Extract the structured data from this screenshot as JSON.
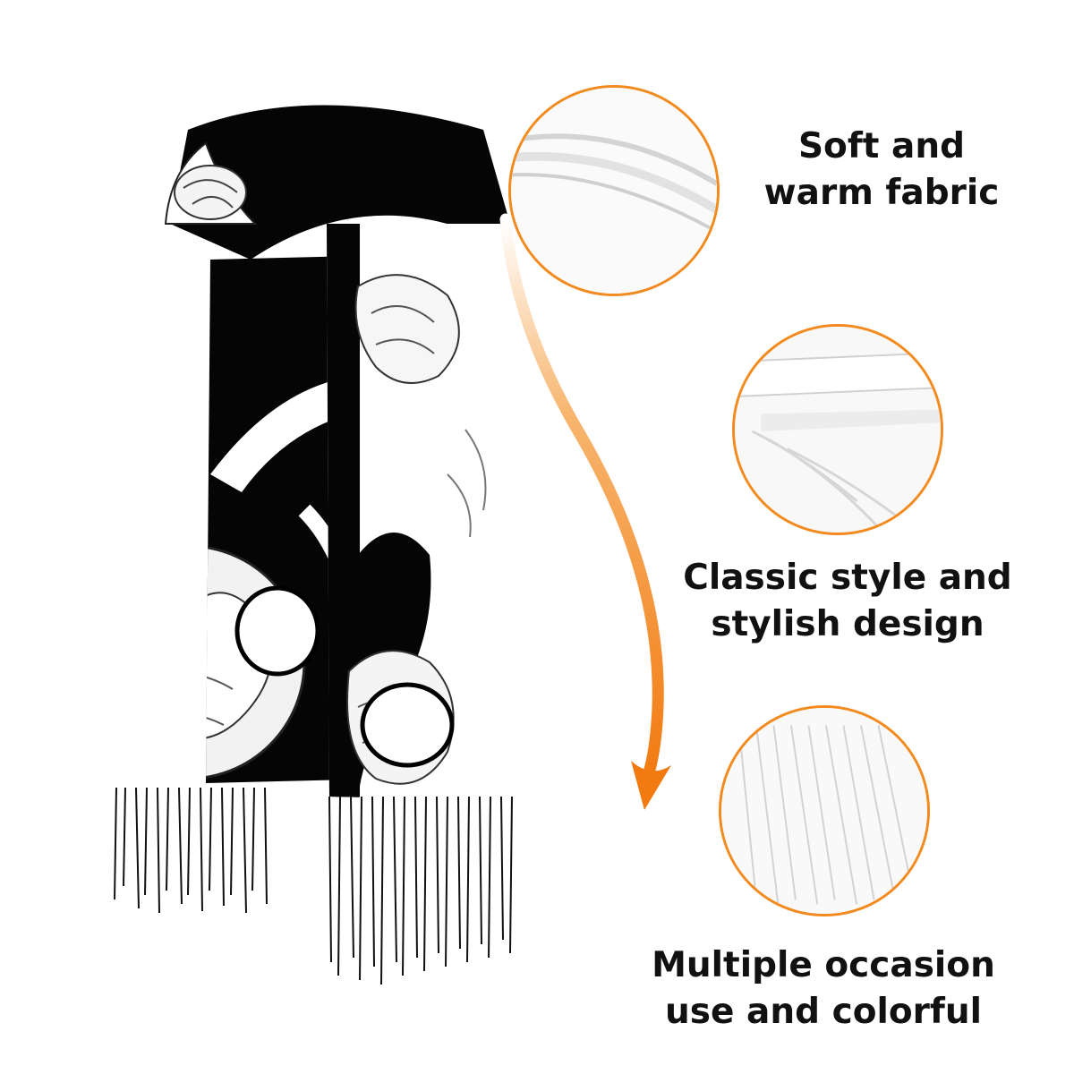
{
  "colors": {
    "accent": "#f28a1e",
    "caption_text": "#111111",
    "scarf_dark": "#050505",
    "scarf_light": "#ffffff"
  },
  "product_image": {
    "icon": "floral-print-scarf-illustration"
  },
  "arrow": {
    "icon": "curved-down-arrow-icon"
  },
  "features": [
    {
      "icon": "soft-fabric-closeup",
      "line1": "Soft and",
      "line2": "warm fabric"
    },
    {
      "icon": "folded-fabric-closeup",
      "line1": "Classic style and",
      "line2": "stylish design"
    },
    {
      "icon": "tassel-fringe-closeup",
      "line1": "Multiple occasion",
      "line2": "use and colorful"
    }
  ]
}
